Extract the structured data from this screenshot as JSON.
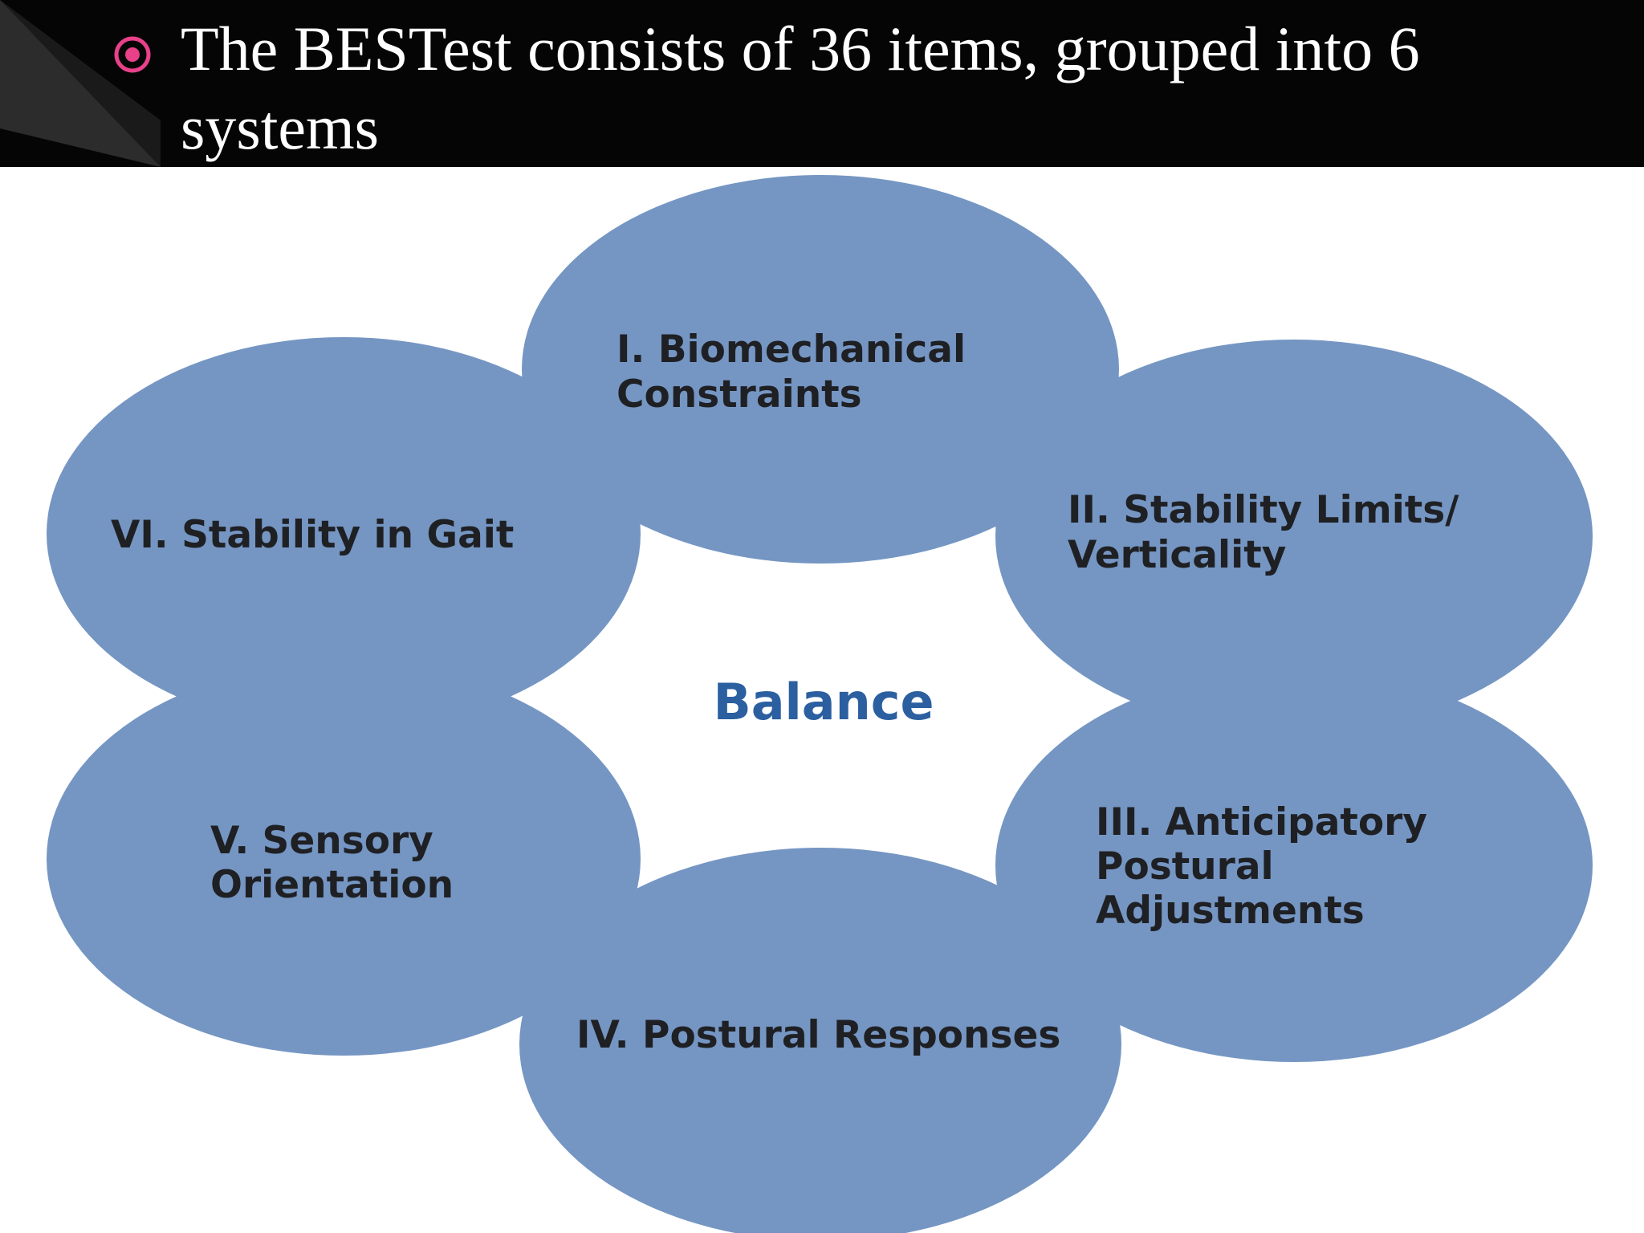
{
  "header": {
    "bullet_text": "The BESTest consists of 36 items, grouped into 6 systems"
  },
  "diagram": {
    "center_label": "Balance",
    "systems": [
      {
        "id": "I",
        "lines": [
          "I. Biomechanical",
          "Constraints"
        ]
      },
      {
        "id": "II",
        "lines": [
          "II. Stability Limits/",
          "Verticality"
        ]
      },
      {
        "id": "III",
        "lines": [
          "III. Anticipatory",
          "Postural",
          "Adjustments"
        ]
      },
      {
        "id": "IV",
        "lines": [
          "IV. Postural Responses"
        ]
      },
      {
        "id": "V",
        "lines": [
          "V. Sensory",
          "Orientation"
        ]
      },
      {
        "id": "VI",
        "lines": [
          "VI. Stability in Gait"
        ]
      }
    ]
  },
  "colors": {
    "header_background": "#050505",
    "bullet_accent": "#e8418a",
    "petal_fill": "#7596c3",
    "label_text": "#1f2024",
    "center_text": "#2b5fa0"
  }
}
